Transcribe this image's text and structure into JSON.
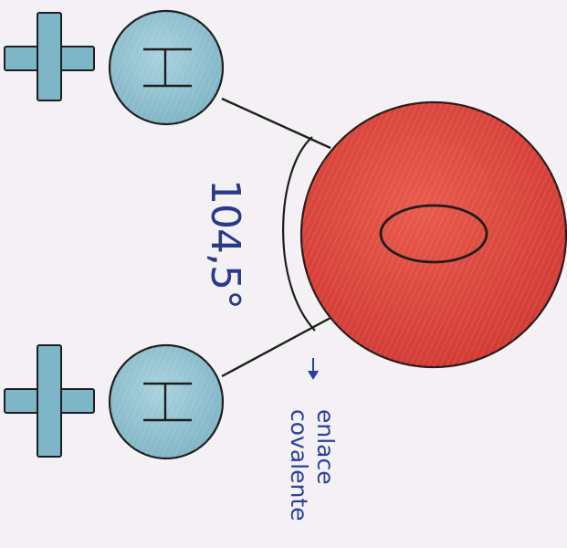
{
  "atoms": {
    "oxygen": {
      "symbol": "O",
      "color": "#e0473f"
    },
    "hydrogen_top": {
      "symbol": "H",
      "color": "#8fc3d3",
      "charge": "+"
    },
    "hydrogen_bottom": {
      "symbol": "H",
      "color": "#8fc3d3",
      "charge": "+"
    }
  },
  "bond_angle": {
    "label": "104,5°"
  },
  "annotation": {
    "arrow": "→",
    "line1": "enlace",
    "line2": "covalente",
    "color": "#2b3f9e"
  },
  "colors": {
    "outline": "#1e1e1e",
    "charge_fill": "#7fb6c7",
    "paper": "#f4f1f4"
  }
}
